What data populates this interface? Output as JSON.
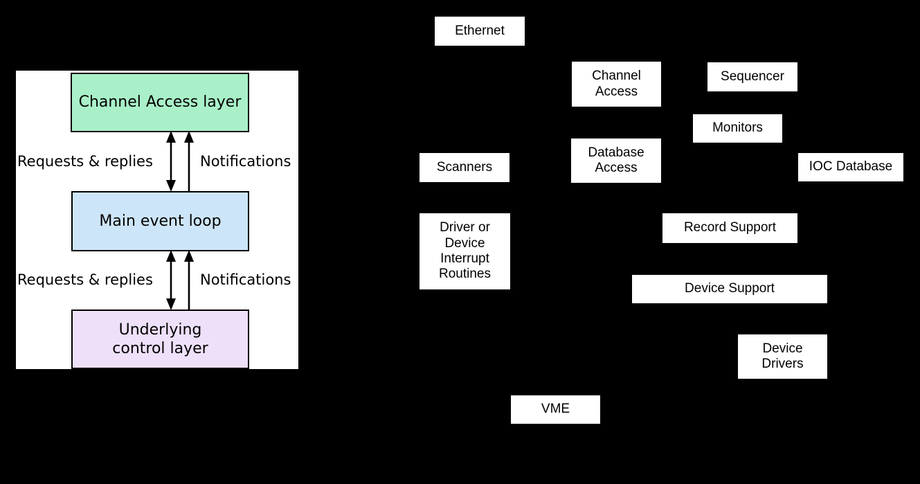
{
  "colors": {
    "page_bg": "#000000",
    "panel_bg": "#ffffff",
    "channel_access_layer_fill": "#a9f0c8",
    "main_event_loop_fill": "#cde5f8",
    "underlying_control_layer_fill": "#ede0f8",
    "node_fill": "#ffffff",
    "line_color": "#000000"
  },
  "left_panel": {
    "layers": [
      {
        "id": "channel-access-layer",
        "label": "Channel Access layer"
      },
      {
        "id": "main-event-loop",
        "label": "Main event loop"
      },
      {
        "id": "underlying-control-layer",
        "label": "Underlying\ncontrol layer"
      }
    ],
    "edge_labels": {
      "requests_replies_top": "Requests & replies",
      "notifications_top": "Notifications",
      "requests_replies_bottom": "Requests & replies",
      "notifications_bottom": "Notifications"
    },
    "arrows": [
      {
        "between": [
          "Channel Access layer",
          "Main event loop"
        ],
        "left_arrow": "double-headed",
        "right_arrow": "up-only"
      },
      {
        "between": [
          "Main event loop",
          "Underlying control layer"
        ],
        "left_arrow": "double-headed",
        "right_arrow": "up-only"
      }
    ]
  },
  "right_diagram": {
    "nodes": [
      {
        "id": "ethernet",
        "label": "Ethernet"
      },
      {
        "id": "channel-access",
        "label": "Channel\nAccess"
      },
      {
        "id": "sequencer",
        "label": "Sequencer"
      },
      {
        "id": "monitors",
        "label": "Monitors"
      },
      {
        "id": "scanners",
        "label": "Scanners"
      },
      {
        "id": "database-access",
        "label": "Database\nAccess"
      },
      {
        "id": "ioc-database",
        "label": "IOC Database"
      },
      {
        "id": "driver-interrupt",
        "label": "Driver or\nDevice\nInterrupt\nRoutines"
      },
      {
        "id": "record-support",
        "label": "Record Support"
      },
      {
        "id": "device-support",
        "label": "Device Support"
      },
      {
        "id": "device-drivers",
        "label": "Device\nDrivers"
      },
      {
        "id": "vme",
        "label": "VME"
      }
    ]
  }
}
